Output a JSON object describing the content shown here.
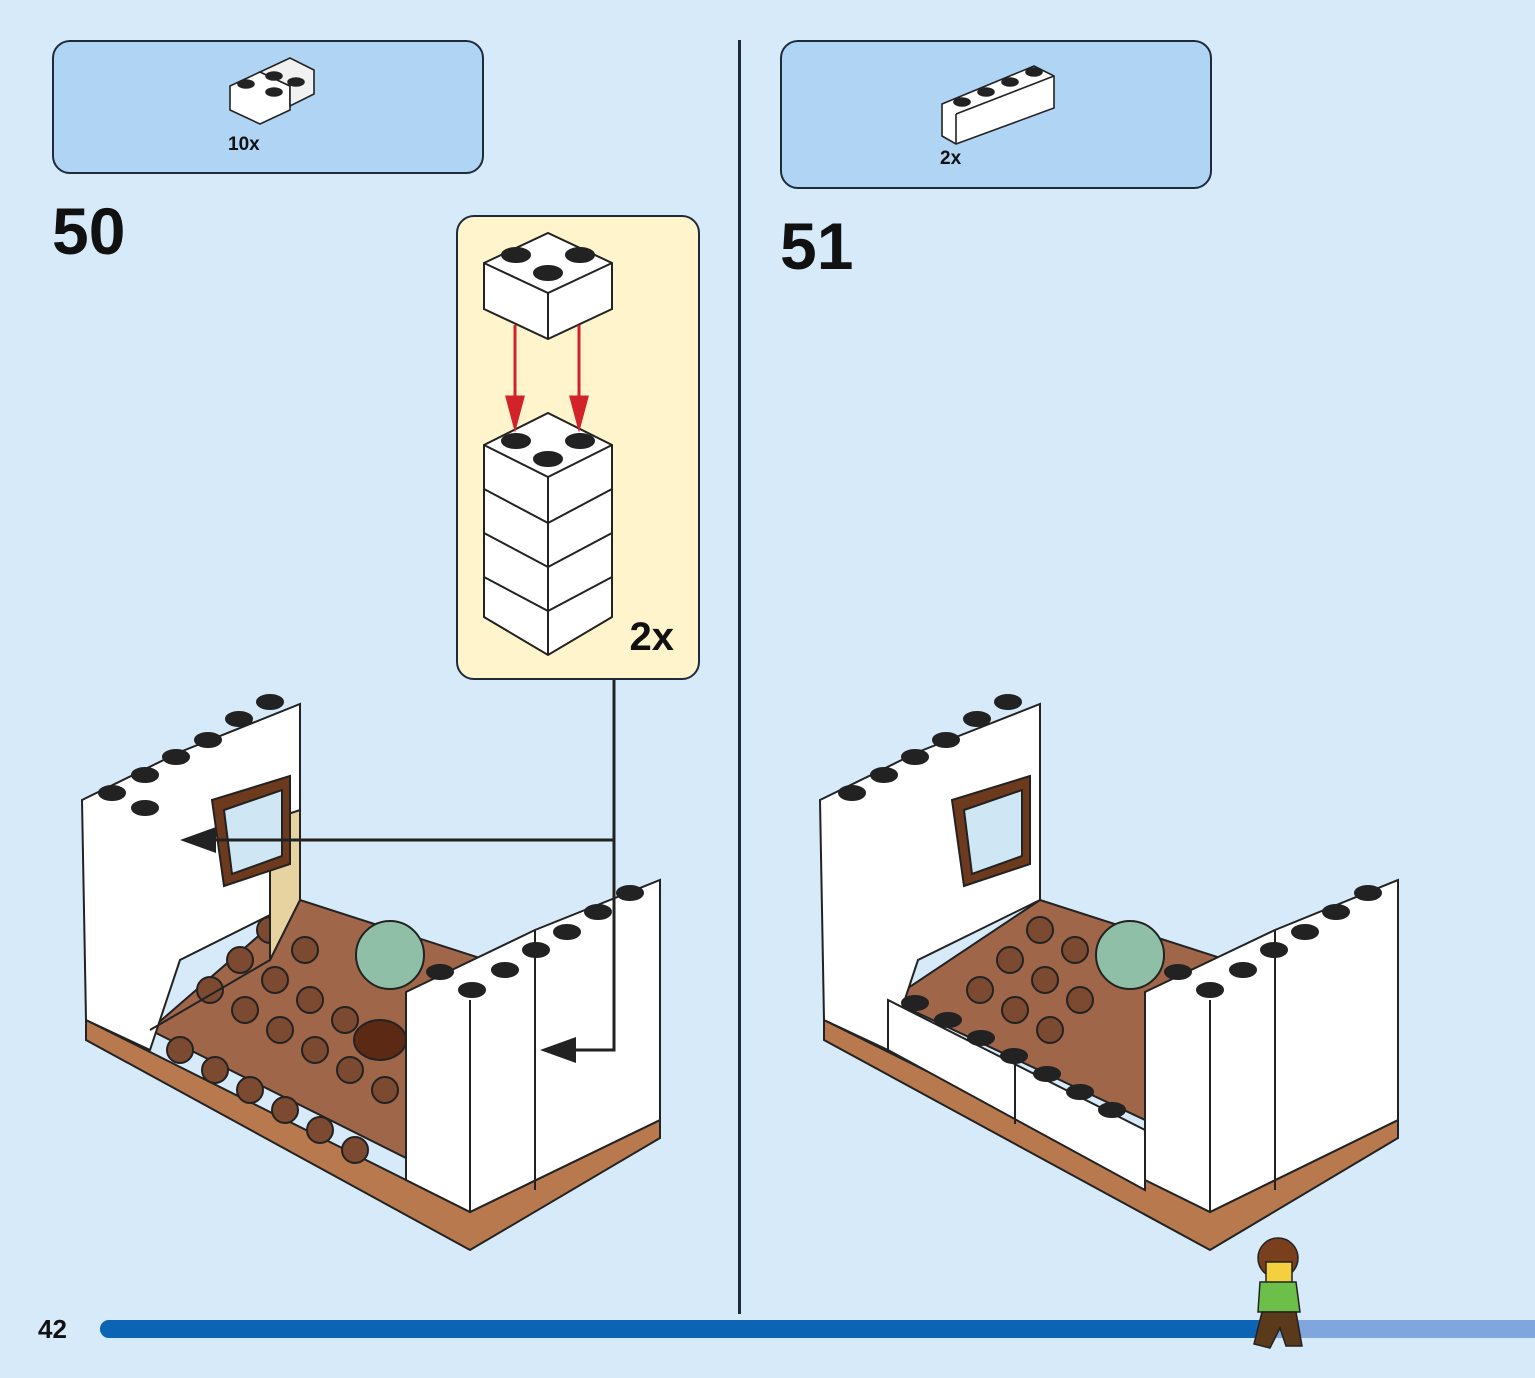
{
  "page": {
    "number": "42"
  },
  "progress": {
    "fraction": 0.81
  },
  "steps": [
    {
      "number": "50",
      "parts_quantity": "10x",
      "part_icon": "white-1x2x2-corner-brick"
    },
    {
      "number": "51",
      "parts_quantity": "2x",
      "part_icon": "white-1x4-brick"
    }
  ],
  "callout": {
    "quantity": "2x",
    "icon": "corner-brick-stack-assembly"
  },
  "colors": {
    "background": "#d6eafa",
    "parts_box": "#b0d4f4",
    "callout": "#fff4cc",
    "progress_fill": "#0c64b4",
    "progress_track": "#7fa6dd",
    "brick_white": "#ffffff",
    "baseplate_brown": "#a0664a",
    "arrow_red": "#d2232a"
  }
}
